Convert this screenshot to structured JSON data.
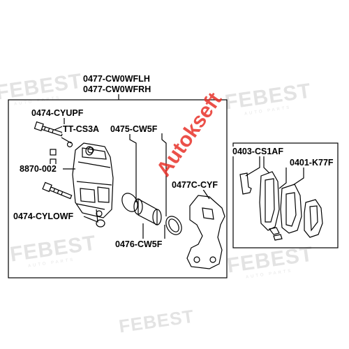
{
  "watermark": {
    "text": "FEBEST",
    "subtext": "AUTO PARTS"
  },
  "brand_logo": {
    "text": "Autokseft",
    "color": "#e8322a"
  },
  "part_numbers": {
    "caliper_left": "0477-CW0WFLH",
    "caliper_right": "0477-CW0WFRH",
    "bolt_upper": "0474-CYUPF",
    "boot_kit": "TT-CS3A",
    "piston": "0475-CW5F",
    "bleeder": "8870-002",
    "bolt_lower": "0474-CYLOWF",
    "bracket": "0477C-CYF",
    "seal_kit": "0476-CW5F",
    "pad_clips": "0403-CS1AF",
    "pad_kit": "0401-K77F"
  },
  "colors": {
    "line": "#000000",
    "watermark": "#e3e3e3",
    "brand": "#e8322a"
  }
}
